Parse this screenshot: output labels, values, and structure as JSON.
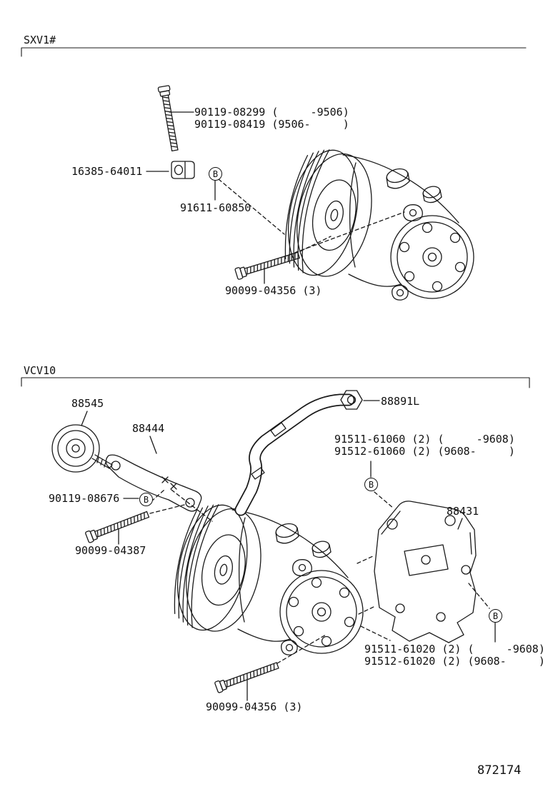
{
  "figure": {
    "number": "872174"
  },
  "sections": {
    "sxv1": {
      "title": "SXV1#",
      "labels": {
        "bolt_early": "90119-08299 (     -9506)",
        "bolt_late": "90119-08419 (9506-     )",
        "cushion": "16385-64011",
        "stud": "91611-60850",
        "mount_bolt": "90099-04356 (3)",
        "callout": "B"
      }
    },
    "vcv10": {
      "title": "VCV10",
      "labels": {
        "idler": "88545",
        "bracket_stay": "88444",
        "pipe_stay": "88891L",
        "bolt_61060_early": "91511-61060 (2) (     -9608)",
        "bolt_61060_late": "91512-61060 (2) (9608-     )",
        "bolt_08676": "90119-08676",
        "bolt_04387": "90099-04387",
        "bracket": "88431",
        "bolt_61020_early": "91511-61020 (2) (     -9608)",
        "bolt_61020_late": "91512-61020 (2) (9608-     )",
        "mount_bolt": "90099-04356 (3)",
        "callout_61060": "B",
        "callout_08676": "B",
        "callout_61020": "B"
      }
    }
  }
}
